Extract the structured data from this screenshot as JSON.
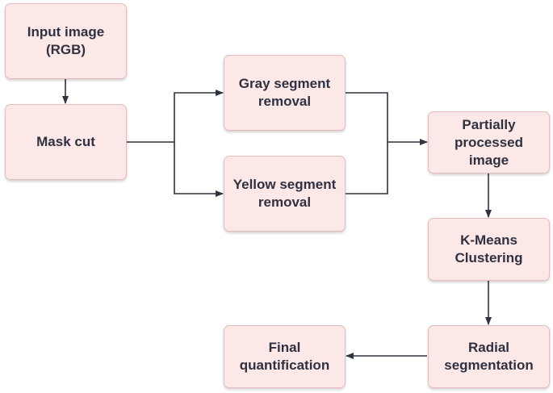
{
  "diagram": {
    "nodes": [
      {
        "id": "input",
        "label": "Input image\n(RGB)"
      },
      {
        "id": "mask",
        "label": "Mask cut"
      },
      {
        "id": "gray",
        "label": "Gray segment\nremoval"
      },
      {
        "id": "yellow",
        "label": "Yellow segment\nremoval"
      },
      {
        "id": "partial",
        "label": "Partially\nprocessed\nimage"
      },
      {
        "id": "kmeans",
        "label": "K-Means\nClustering"
      },
      {
        "id": "radial",
        "label": "Radial\nsegmentation"
      },
      {
        "id": "final",
        "label": "Final\nquantification"
      }
    ],
    "edges": [
      {
        "from": "input",
        "to": "mask"
      },
      {
        "from": "mask",
        "to": "gray"
      },
      {
        "from": "mask",
        "to": "yellow"
      },
      {
        "from": "gray",
        "to": "partial"
      },
      {
        "from": "yellow",
        "to": "partial"
      },
      {
        "from": "partial",
        "to": "kmeans"
      },
      {
        "from": "kmeans",
        "to": "radial"
      },
      {
        "from": "radial",
        "to": "final"
      }
    ],
    "colors": {
      "node_fill": "#fde8e8",
      "node_border": "#e8bcbc",
      "text": "#2f3140",
      "edge": "#2f3340"
    }
  }
}
